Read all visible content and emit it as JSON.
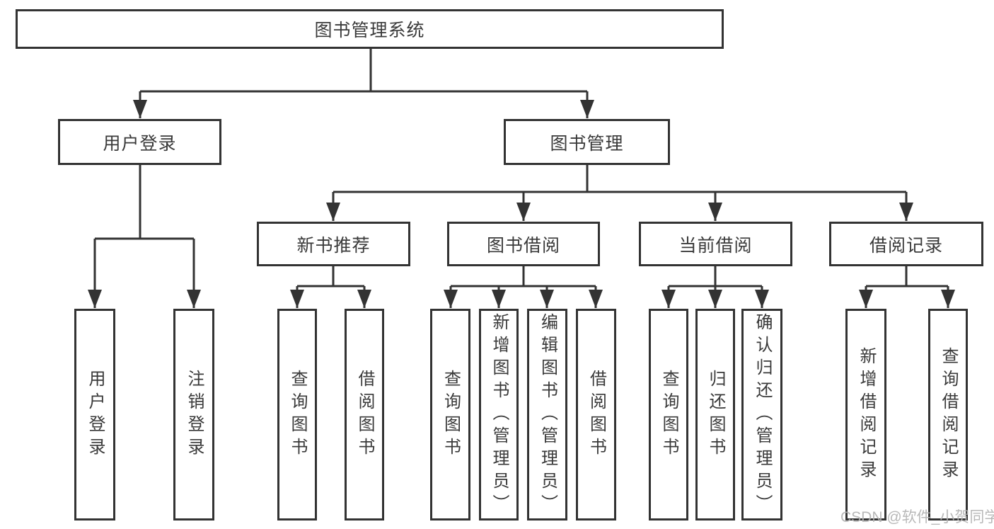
{
  "tree": {
    "root": {
      "label": "图书管理系统"
    },
    "level2": [
      {
        "label": "用户登录",
        "children": [
          {
            "label": "用户登录"
          },
          {
            "label": "注销登录"
          }
        ]
      },
      {
        "label": "图书管理",
        "children": [
          {
            "label": "新书推荐",
            "children": [
              {
                "label": "查询图书"
              },
              {
                "label": "借阅图书"
              }
            ]
          },
          {
            "label": "图书借阅",
            "children": [
              {
                "label": "查询图书"
              },
              {
                "label": "新增图书（管理员）"
              },
              {
                "label": "编辑图书（管理员）"
              },
              {
                "label": "借阅图书"
              }
            ]
          },
          {
            "label": "当前借阅",
            "children": [
              {
                "label": "查询图书"
              },
              {
                "label": "归还图书"
              },
              {
                "label": "确认归还（管理员）"
              }
            ]
          },
          {
            "label": "借阅记录",
            "children": [
              {
                "label": "新增借阅记录"
              },
              {
                "label": "查询借阅记录"
              }
            ]
          }
        ]
      }
    ]
  },
  "watermark": {
    "text": "CSDN @软件_小贺同学"
  },
  "colors": {
    "line": "#333333",
    "text": "#3a3a3a",
    "background": "#ffffff",
    "watermark": "#b3b3b3"
  }
}
